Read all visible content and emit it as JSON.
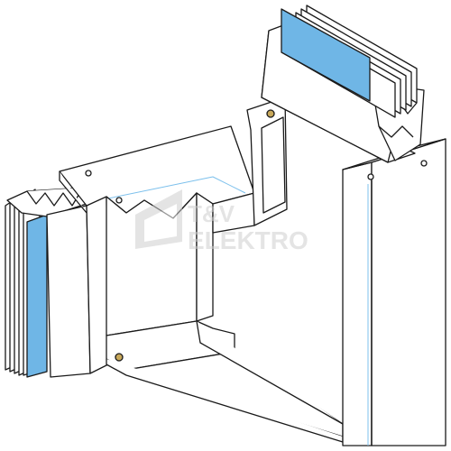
{
  "figure": {
    "description_kind": "technical isometric line drawing of a busbar trunking tee element",
    "colors": {
      "outline": "#1a1a1a",
      "fill": "#ffffff",
      "insulator_blue": "#6fb6e6",
      "guide_line_blue": "#7cc0ec",
      "screw_gold": "#c8a85a",
      "watermark": "#cfcfcf"
    }
  },
  "watermark": {
    "logo_icon": "tv-logo-icon",
    "line1": "T&V",
    "line2": "ELEKTRO"
  }
}
